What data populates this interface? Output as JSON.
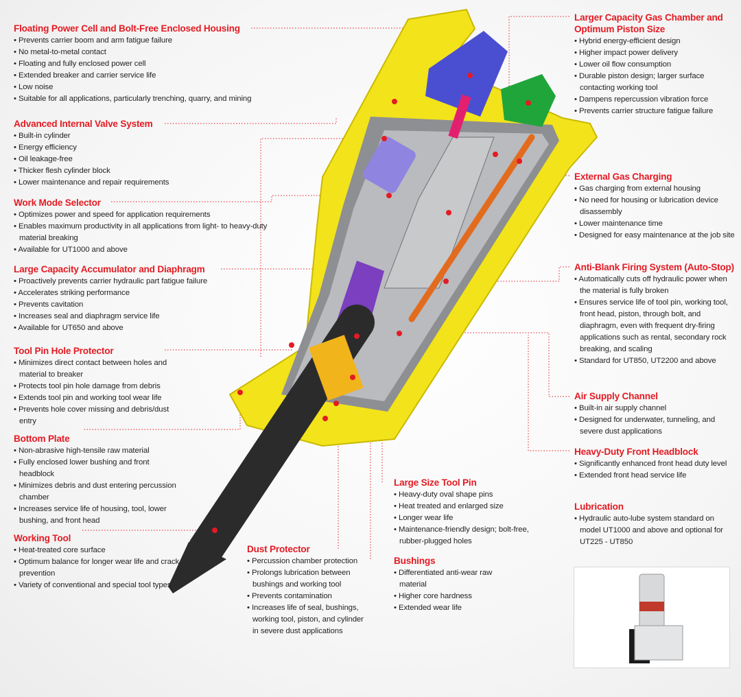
{
  "sections": [
    {
      "id": "floating-power-cell",
      "title": "Floating Power Cell and Bolt-Free Enclosed Housing",
      "items": [
        "Prevents carrier boom and arm fatigue failure",
        "No metal-to-metal contact",
        "Floating and fully enclosed power cell",
        "Extended breaker and carrier service life",
        "Low noise",
        "Suitable for all applications, particularly trenching, quarry, and mining"
      ]
    },
    {
      "id": "advanced-internal-valve",
      "title": "Advanced Internal Valve System",
      "items": [
        "Built-in cylinder",
        "Energy efficiency",
        "Oil leakage-free",
        "Thicker flesh cylinder block",
        "Lower maintenance and repair requirements"
      ]
    },
    {
      "id": "work-mode-selector",
      "title": "Work Mode Selector",
      "items": [
        "Optimizes power and speed for application requirements",
        "Enables maximum productivity in all applications from light- to heavy-duty material breaking",
        "Available for UT1000 and above"
      ]
    },
    {
      "id": "accumulator-diaphragm",
      "title": "Large Capacity Accumulator and Diaphragm",
      "items": [
        "Proactively prevents carrier hydraulic part fatigue failure",
        "Accelerates striking performance",
        "Prevents cavitation",
        "Increases seal and diaphragm service life",
        "Available for UT650 and above"
      ]
    },
    {
      "id": "tool-pin-hole-protector",
      "title": "Tool Pin Hole Protector",
      "items": [
        "Minimizes direct contact between holes and material to breaker",
        "Protects tool pin hole damage from debris",
        "Extends tool pin and working tool wear life",
        "Prevents hole cover missing and debris/dust entry"
      ]
    },
    {
      "id": "bottom-plate",
      "title": "Bottom Plate",
      "items": [
        "Non-abrasive high-tensile raw material",
        "Fully enclosed lower bushing and front headblock",
        "Minimizes debris and dust entering percussion chamber",
        "Increases service life of housing, tool, lower bushing, and front head"
      ]
    },
    {
      "id": "working-tool",
      "title": "Working Tool",
      "items": [
        "Heat-treated core surface",
        "Optimum balance for longer wear life and crack prevention",
        "Variety of conventional and special tool types"
      ]
    },
    {
      "id": "dust-protector",
      "title": "Dust Protector",
      "items": [
        "Percussion chamber protection",
        "Prolongs lubrication between bushings and working tool",
        "Prevents contamination",
        "Increases life of seal, bushings, working tool, piston, and cylinder in severe dust applications"
      ]
    },
    {
      "id": "large-size-tool-pin",
      "title": "Large Size Tool Pin",
      "items": [
        "Heavy-duty oval shape pins",
        "Heat treated and enlarged size",
        "Longer wear life",
        "Maintenance-friendly design; bolt-free, rubber-plugged holes"
      ]
    },
    {
      "id": "bushings",
      "title": "Bushings",
      "items": [
        "Differentiated anti-wear raw material",
        "Higher core hardness",
        "Extended wear life"
      ]
    },
    {
      "id": "gas-chamber-piston",
      "title": "Larger Capacity Gas Chamber and Optimum Piston Size",
      "items": [
        "Hybrid energy-efficient design",
        "Higher impact power delivery",
        "Lower oil flow consumption",
        "Durable piston design; larger surface contacting working tool",
        "Dampens repercussion vibration force",
        "Prevents carrier structure fatigue failure"
      ]
    },
    {
      "id": "external-gas-charging",
      "title": "External Gas Charging",
      "items": [
        "Gas charging from external housing",
        "No need for housing or lubrication device disassembly",
        "Lower maintenance time",
        "Designed for easy maintenance at the job site"
      ]
    },
    {
      "id": "anti-blank-firing",
      "title": "Anti-Blank Firing System (Auto-Stop)",
      "items": [
        "Automatically cuts off hydraulic power when the material is fully broken",
        "Ensures service life of tool pin, working tool, front head, piston, through bolt, and diaphragm, even with frequent dry-firing applications such as rental, secondary rock breaking, and scaling",
        "Standard for UT850, UT2200 and above"
      ]
    },
    {
      "id": "air-supply-channel",
      "title": "Air Supply Channel",
      "items": [
        "Built-in air supply channel",
        "Designed for underwater, tunneling, and severe dust applications"
      ]
    },
    {
      "id": "heavy-duty-headblock",
      "title": "Heavy-Duty Front Headblock",
      "items": [
        "Significantly enhanced front head duty level",
        "Extended front head service life"
      ]
    },
    {
      "id": "lubrication",
      "title": "Lubrication",
      "items": [
        "Hydraulic auto-lube system standard on model UT1000 and above and optional for UT225 - UT850"
      ]
    }
  ],
  "colors": {
    "accent": "#e31b23",
    "housing": "#f2e31b",
    "tool": "#2a2a2a"
  }
}
